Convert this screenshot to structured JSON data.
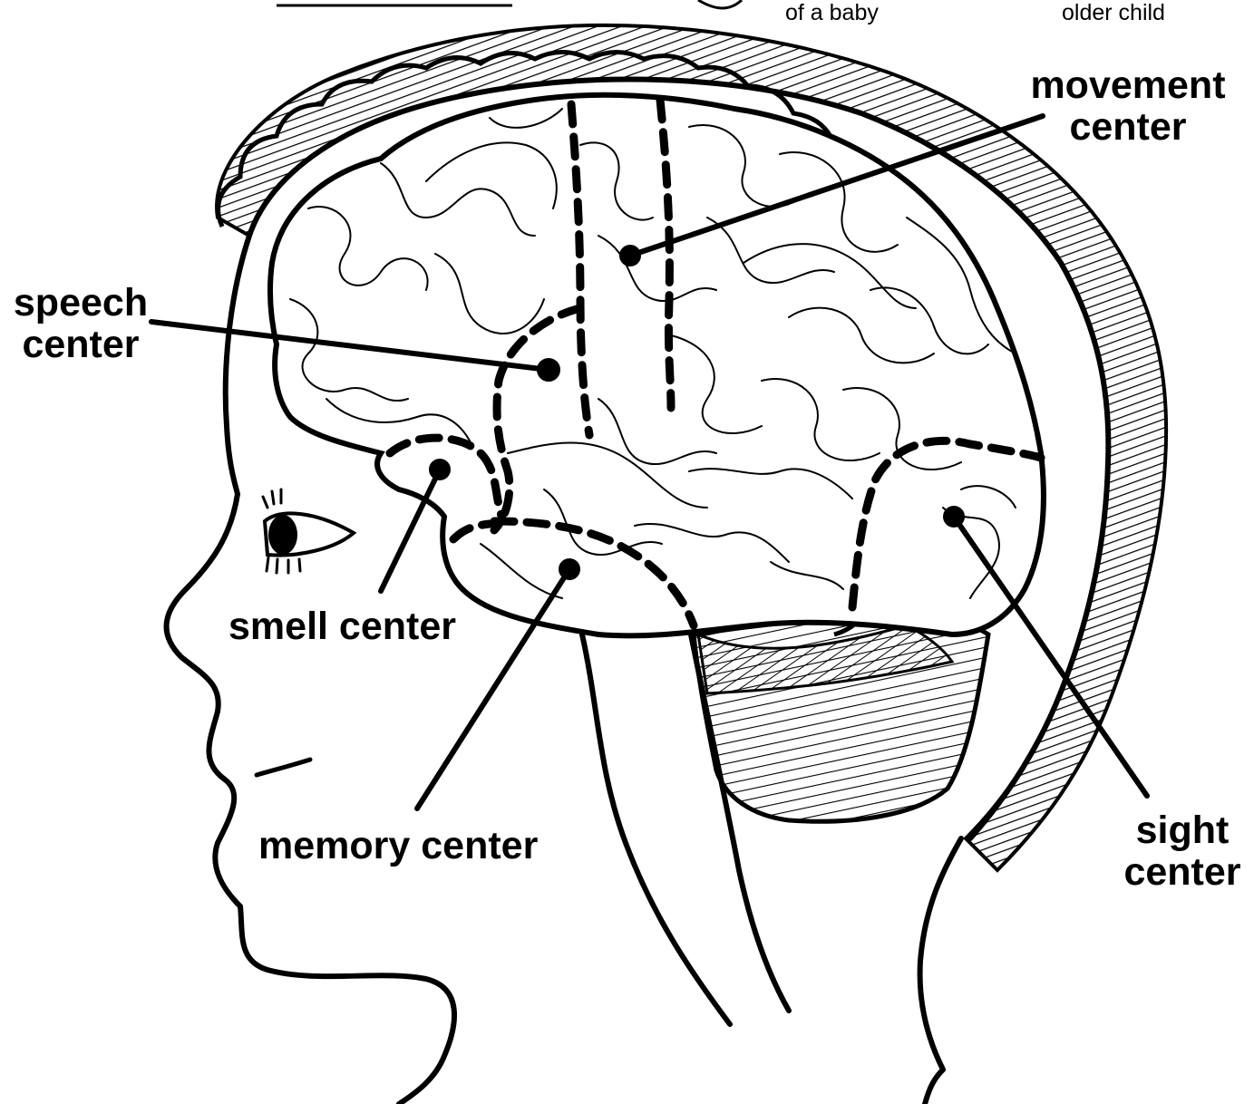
{
  "header_fragments": {
    "baby_caption": "of a baby",
    "older_child_caption": "older child"
  },
  "labels": {
    "movement_line1": "movement",
    "movement_line2": "center",
    "speech_line1": "speech",
    "speech_line2": "center",
    "smell": "smell center",
    "memory": "memory center",
    "sight_line1": "sight",
    "sight_line2": "center"
  },
  "colors": {
    "ink": "#000000",
    "paper": "#ffffff"
  }
}
